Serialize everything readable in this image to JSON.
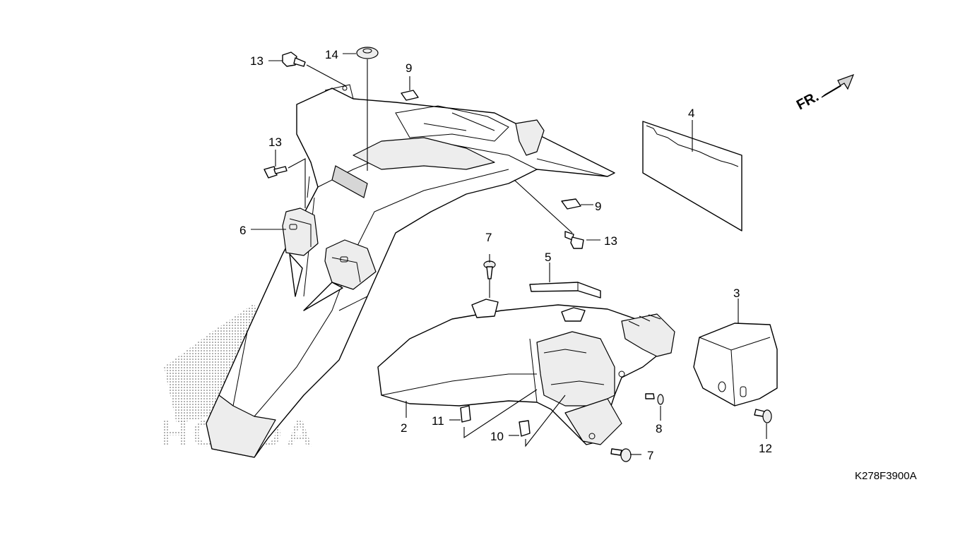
{
  "diagram": {
    "drawing_code": "K278F3900A",
    "direction_label": "FR.",
    "logo_text": "HONDA",
    "callouts": {
      "n1": "2",
      "n2": "3",
      "n3": "4",
      "n4": "5",
      "n5": "6",
      "n6": "7",
      "n7": "7",
      "n8": "8",
      "n9": "9",
      "n10": "9",
      "n11": "10",
      "n12": "11",
      "n13": "12",
      "n14": "13",
      "n15": "13",
      "n16": "13",
      "n17": "14"
    }
  }
}
